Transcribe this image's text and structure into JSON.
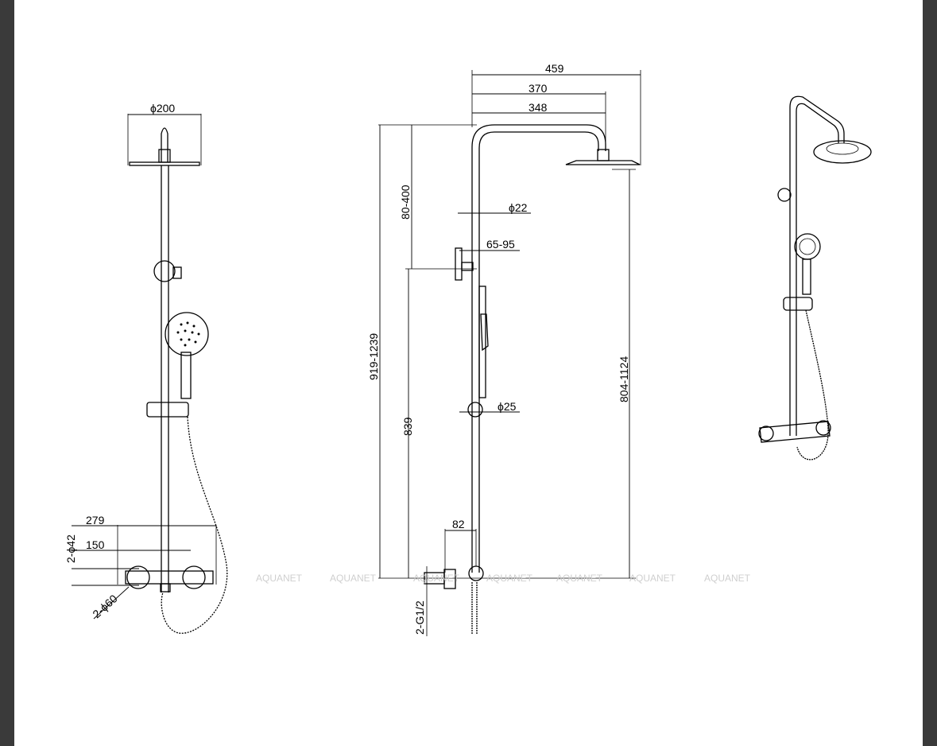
{
  "colors": {
    "frame": "#3a3a3a",
    "sheet": "#ffffff",
    "line": "#000000",
    "watermark": "#cfcfcf"
  },
  "front_view": {
    "head_diameter": "ϕ200",
    "inlet_spacing": "150",
    "overall_width": "279",
    "inlet_diameter": "2-ϕ42",
    "flange_diameter": "2-ϕ60"
  },
  "side_view": {
    "arm_reach_total": "459",
    "arm_reach": "370",
    "arm_length": "348",
    "height_adjust": "80-400",
    "pipe_diameter": "ϕ22",
    "bracket_offset": "65-95",
    "total_height": "919-1239",
    "head_height": "804-1124",
    "lower_height": "839",
    "lower_pipe_diameter": "ϕ25",
    "inlet_offset": "82",
    "inlet_thread": "2-G1/2"
  },
  "watermark": {
    "text": "AQUANET",
    "copies": [
      "AQUANET",
      "AQUANET",
      "AQUANET",
      "AQUANET",
      "AQUANET",
      "AQUANET",
      "AQUANET"
    ]
  }
}
